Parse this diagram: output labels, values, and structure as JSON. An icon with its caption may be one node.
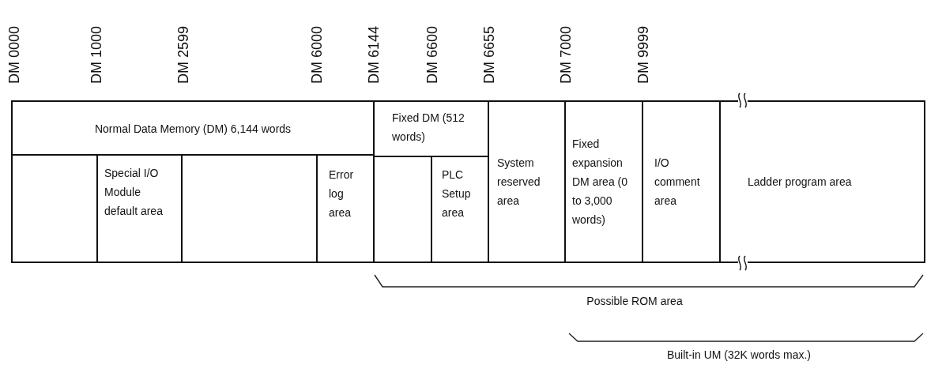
{
  "diagram": {
    "nodes": [
      {
        "text": [
          "Normal Data Memory (DM)  6,144 words"
        ]
      },
      {
        "text": [],
        "shape": "box"
      },
      {
        "text": [
          "Special I/O Module default area"
        ]
      },
      {
        "text": [],
        "shape": "box"
      },
      {
        "text": [
          "Error log area"
        ]
      },
      {
        "text": [
          "Fixed DM (512 words)"
        ]
      },
      {
        "text": [],
        "shape": "box"
      },
      {
        "text": [
          "PLC Setup area"
        ]
      },
      {
        "text": [
          "System reserved area"
        ]
      },
      {
        "text": [
          "Fixed expansion DM area (0 to 3,000 words)"
        ]
      },
      {
        "text": [
          "I/O comment area"
        ]
      },
      {
        "text": [
          "Ladder program area"
        ]
      }
    ],
    "labels": [
      "DM 0000",
      "DM 1000",
      "DM 2599",
      "DM 6000",
      "DM 6144",
      "DM 6600",
      "DM 6655",
      "DM 7000",
      "DM 9999",
      "Possible ROM area",
      "Built-in UM (32K words max.)"
    ]
  }
}
